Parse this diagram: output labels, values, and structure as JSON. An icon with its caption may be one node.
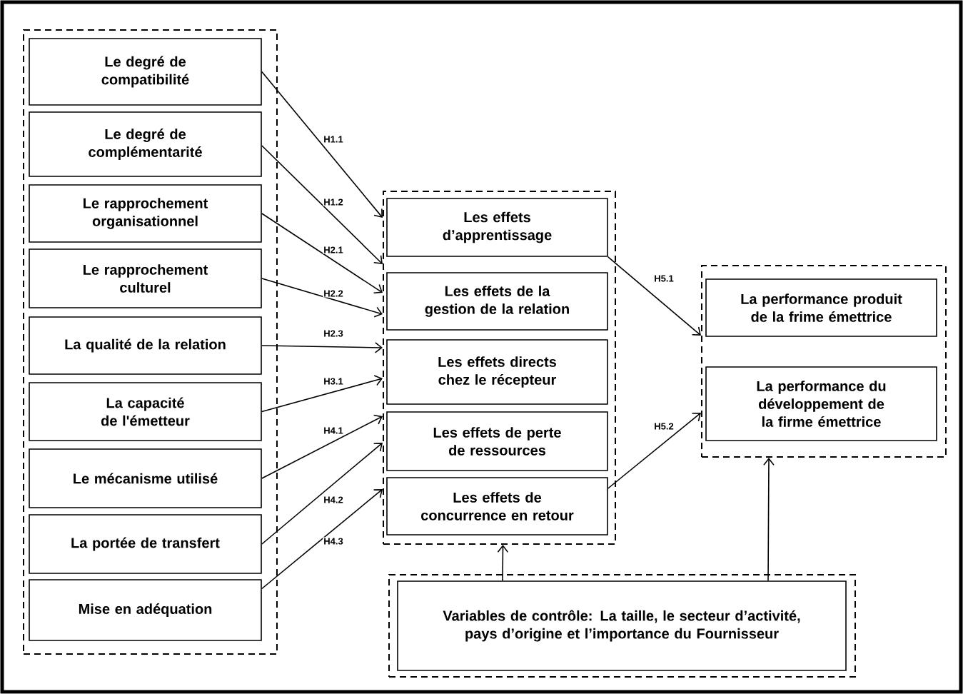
{
  "diagram": {
    "nodes": [
      {
        "text": [],
        "shape": "box"
      },
      {
        "text": [
          "Le degré de compatibilité"
        ],
        "in": 0
      },
      {
        "text": [
          "Le degré de complémentarité"
        ],
        "in": 0
      },
      {
        "text": [
          "Le rapprochement organisationnel"
        ],
        "in": 0
      },
      {
        "text": [
          "Le rapprochement culturel"
        ],
        "in": 0
      },
      {
        "text": [
          "La qualité de la relation"
        ],
        "in": 0
      },
      {
        "text": [
          "La capacité de l'émetteur"
        ],
        "in": 0
      },
      {
        "text": [
          "Le mécanisme utilisé"
        ],
        "in": 0
      },
      {
        "text": [
          "La portée de transfert"
        ],
        "in": 0
      },
      {
        "text": [
          "Mise en adéquation"
        ],
        "in": 0
      },
      {
        "text": [],
        "shape": "box"
      },
      {
        "text": [
          "Les effets d’apprentissage"
        ],
        "in": 10
      },
      {
        "text": [
          "Les effets de la gestion de la relation"
        ],
        "in": 10
      },
      {
        "text": [
          "Les effets directs chez le récepteur"
        ],
        "in": 10
      },
      {
        "text": [
          "Les effets de perte de ressources"
        ],
        "in": 10
      },
      {
        "text": [
          "Les effets de concurrence en retour"
        ],
        "in": 10
      },
      {
        "text": [],
        "shape": "box"
      },
      {
        "text": [
          "La performance produit de la frime émettrice"
        ],
        "in": 16
      },
      {
        "text": [
          "La performance du développement de la firme émettrice"
        ],
        "in": 16
      },
      {
        "text": [],
        "shape": "box"
      },
      {
        "text": [
          "Variables de contrôle: La taille, le secteur d’activité, pays d’origine et l’importance du Fournisseur"
        ],
        "in": 19
      }
    ],
    "edges": [
      {
        "from": 1,
        "to": 10,
        "arrow": "to",
        "label": "H1.1"
      },
      {
        "from": 2,
        "to": 10,
        "arrow": "to",
        "label": "H1.2"
      },
      {
        "from": 3,
        "to": 10,
        "arrow": "to",
        "label": "H2.1"
      },
      {
        "from": 4,
        "to": 10,
        "arrow": "to",
        "label": "H2.2"
      },
      {
        "from": 5,
        "to": 10,
        "arrow": "to",
        "label": "H2.3"
      },
      {
        "from": 6,
        "to": 10,
        "arrow": "to",
        "label": "H3.1"
      },
      {
        "from": 7,
        "to": 10,
        "arrow": "to",
        "label": "H4.1"
      },
      {
        "from": 8,
        "to": 10,
        "arrow": "to",
        "label": "H4.2"
      },
      {
        "from": 9,
        "to": 10,
        "arrow": "to",
        "label": "H4.3"
      },
      {
        "from": 11,
        "to": 16,
        "arrow": "to",
        "label": "H5.1"
      },
      {
        "from": 15,
        "to": 16,
        "arrow": "to",
        "label": "H5.2"
      },
      {
        "from": 20,
        "to": 10,
        "arrow": "to"
      },
      {
        "from": 20,
        "to": 16,
        "arrow": "to"
      }
    ]
  }
}
